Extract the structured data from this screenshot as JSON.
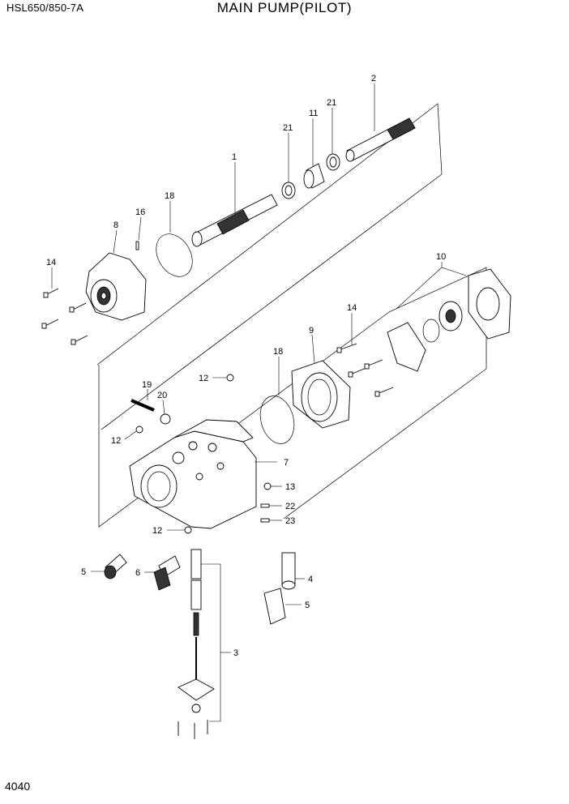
{
  "header": {
    "model": "HSL650/850-7A",
    "title": "MAIN PUMP(PILOT)"
  },
  "footer": {
    "page_number": "4040"
  },
  "callouts": {
    "c1": "1",
    "c2": "2",
    "c3": "3",
    "c4": "4",
    "c5a": "5",
    "c5b": "5",
    "c6": "6",
    "c7": "7",
    "c8": "8",
    "c9": "9",
    "c10": "10",
    "c11": "11",
    "c12a": "12",
    "c12b": "12",
    "c12c": "12",
    "c13": "13",
    "c14a": "14",
    "c14b": "14",
    "c16": "16",
    "c18a": "18",
    "c18b": "18",
    "c19": "19",
    "c20": "20",
    "c21a": "21",
    "c21b": "21",
    "c22": "22",
    "c23": "23"
  }
}
